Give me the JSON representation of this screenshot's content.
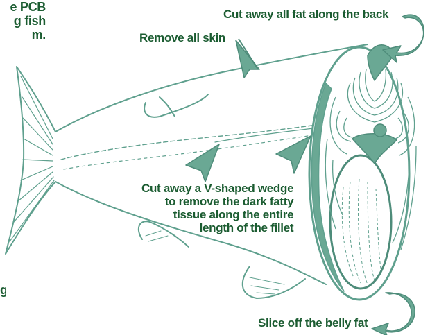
{
  "colors": {
    "outline": "#5fa08e",
    "line_dark": "#4e8c7a",
    "fill": "#6aa894",
    "flesh": "#ffffff",
    "label_text": "#1b5c31",
    "background": "#ffffff"
  },
  "labels": {
    "top_left": [
      "e PCB",
      "g fish",
      "m."
    ],
    "back_fat": "Cut away all fat along the back",
    "skin": "Remove all skin",
    "wedge": [
      "Cut away a V-shaped wedge",
      "to remove the dark fatty",
      "tissue along the entire",
      "length of the fillet"
    ],
    "belly_fat": "Slice off the belly fat",
    "bottom_left_fragment": "g"
  }
}
